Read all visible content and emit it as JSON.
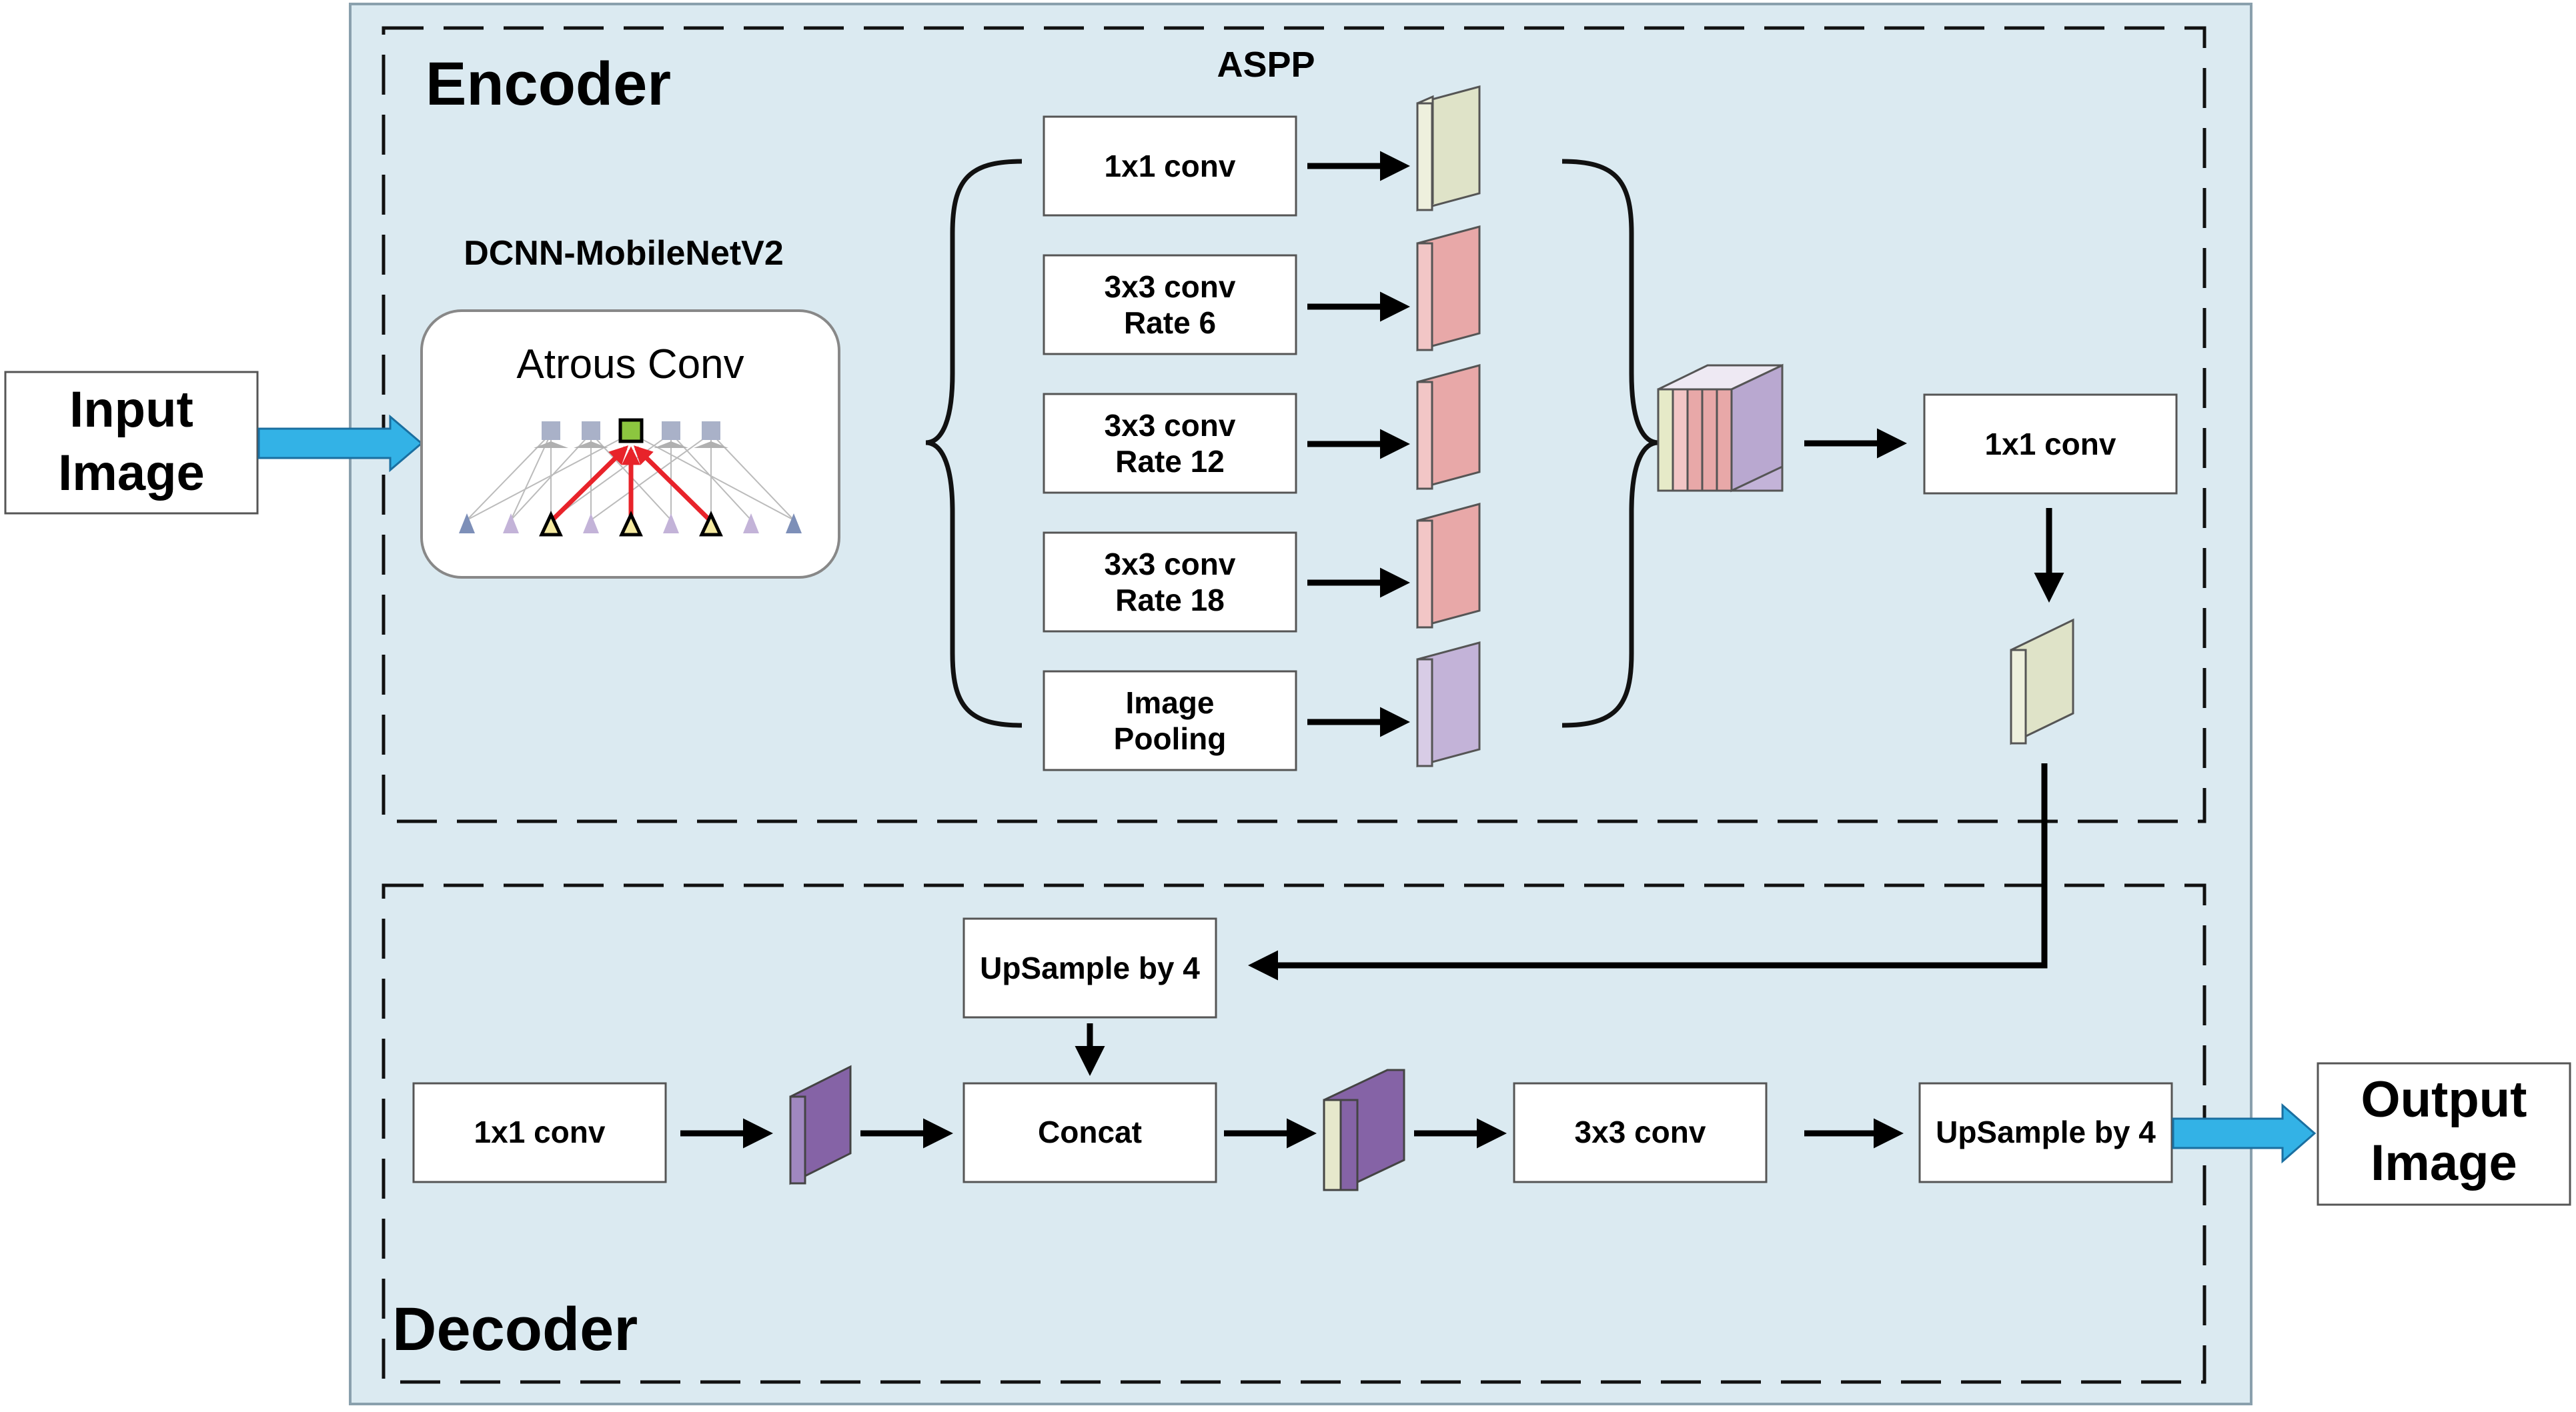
{
  "sections": {
    "encoder": "Encoder",
    "decoder": "Decoder"
  },
  "input": {
    "line1": "Input",
    "line2": "Image"
  },
  "output": {
    "line1": "Output",
    "line2": "Image"
  },
  "backbone": {
    "title": "DCNN-MobileNetV2",
    "module": "Atrous Conv"
  },
  "aspp": {
    "title": "ASPP",
    "branches": [
      {
        "line1": "1x1 conv",
        "line2": ""
      },
      {
        "line1": "3x3 conv",
        "line2": "Rate 6"
      },
      {
        "line1": "3x3 conv",
        "line2": "Rate 12"
      },
      {
        "line1": "3x3 conv",
        "line2": "Rate 18"
      },
      {
        "line1": "Image",
        "line2": "Pooling"
      }
    ]
  },
  "encoder_conv": "1x1 conv",
  "decoder": {
    "upsample_top": "UpSample by 4",
    "lowlevel_conv": "1x1 conv",
    "concat": "Concat",
    "conv3x3": "3x3 conv",
    "upsample_final": "UpSample by 4"
  },
  "colors": {
    "panel": "#dbeaf1",
    "arrow_blue": "#33b2e6",
    "feat_green": "#dfe3c8",
    "feat_pink": "#e8a8a8",
    "feat_lavender": "#c3b3d8",
    "feat_purple": "#8563a6",
    "red_arrow": "#e8232a"
  }
}
